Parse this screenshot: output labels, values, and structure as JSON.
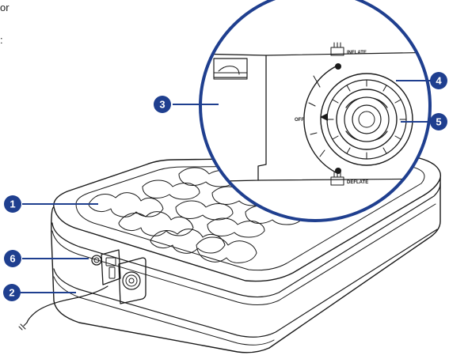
{
  "corner_text": [
    "or",
    ":"
  ],
  "dial": {
    "inflate": "INFLATE",
    "off": "OFF",
    "deflate": "DEFLATE"
  },
  "callouts": [
    {
      "number": "1"
    },
    {
      "number": "2"
    },
    {
      "number": "3"
    },
    {
      "number": "4"
    },
    {
      "number": "5"
    },
    {
      "number": "6"
    }
  ],
  "colors": {
    "callout": "#1f3f8f",
    "magnifier_ring": "#1f3f8f",
    "line_art": "#1a1a1a"
  }
}
